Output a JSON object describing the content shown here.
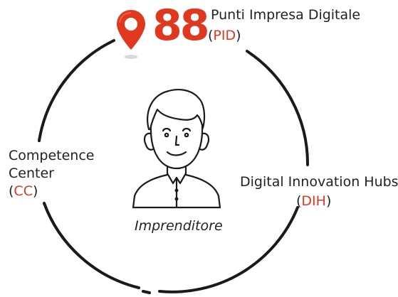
{
  "accent_color": "#e0381e",
  "text_color": "#222222",
  "pid": {
    "number": "88",
    "title": "Punti Impresa Digitale",
    "abbr_open": "(",
    "abbr": "PID",
    "abbr_close": ")",
    "icon": "map-pin-icon"
  },
  "competence_center": {
    "line1": "Competence",
    "line2": "Center",
    "abbr_open": "(",
    "abbr": "CC",
    "abbr_close": ")"
  },
  "dih": {
    "title": "Digital Innovation Hubs",
    "abbr_open": "(",
    "abbr": "DIH",
    "abbr_close": ")"
  },
  "center": {
    "icon": "entrepreneur-icon",
    "label": "Imprenditore"
  }
}
